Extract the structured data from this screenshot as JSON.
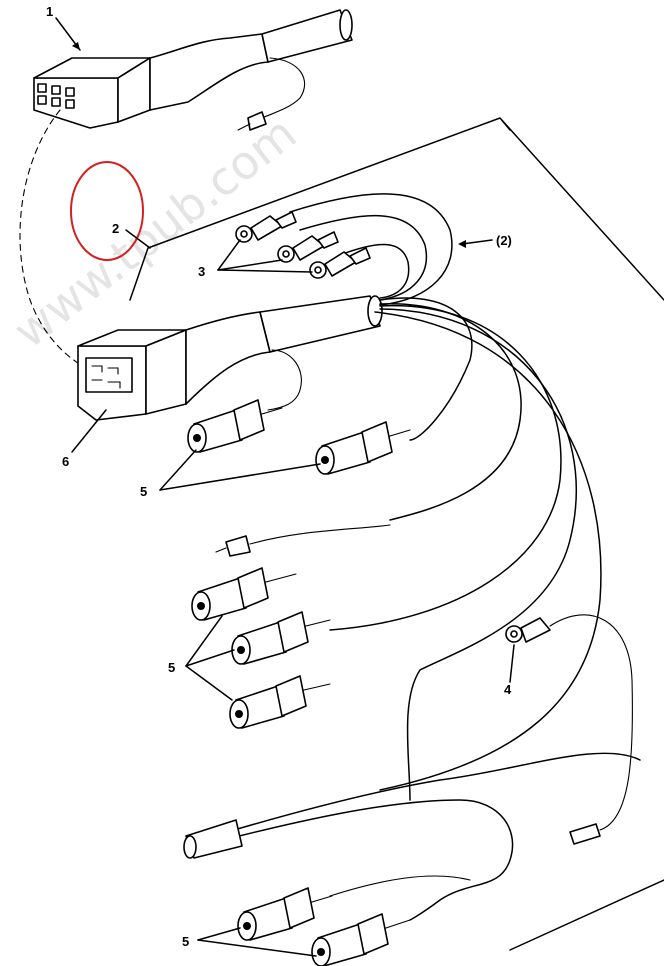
{
  "callouts": {
    "c1": "1",
    "c2": "2",
    "c2_paren": "(2)",
    "c3": "3",
    "c4": "4",
    "c5a": "5",
    "c5b": "5",
    "c5c": "5",
    "c6": "6"
  },
  "watermark": "www.tpub.com",
  "colors": {
    "line": "#000000",
    "highlight_circle": "#d42020",
    "watermark": "#cfcfcf"
  }
}
